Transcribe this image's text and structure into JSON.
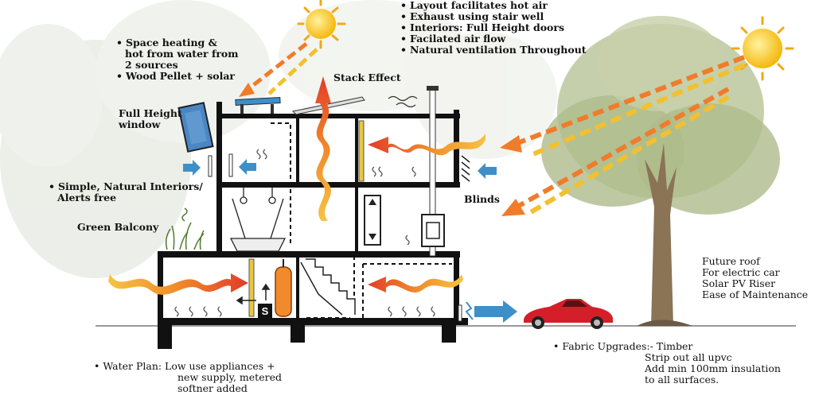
{
  "notes": {
    "ventilation": [
      "Layout facilitates hot air",
      "Exhaust using stair well",
      "Interiors: Full Height doors",
      "Facilated air flow",
      "Natural ventilation Throughout"
    ],
    "heating": [
      "Space heating &",
      "hot from water from",
      "2 sources"
    ],
    "heating_fuel": "Wood Pellet + solar",
    "full_height_window": [
      "Full Height",
      "window"
    ],
    "stack_effect": "Stack Effect",
    "interiors": [
      "Simple, Natural Interiors/",
      "Alerts free"
    ],
    "green_balcony": "Green Balcony",
    "blinds": "Blinds",
    "future_roof": [
      "Future roof",
      "For electric car",
      "Solar PV Riser",
      "Ease of Maintenance"
    ],
    "water_plan": [
      "Water Plan: Low use appliances +",
      "new supply, metered",
      "softner added"
    ],
    "fabric": [
      "Fabric Upgrades:- Timber",
      "Strip out all upvc",
      "Add min 100mm insulation",
      "to all surfaces."
    ],
    "store_label": "S"
  },
  "colors": {
    "sun": "#f7c21b",
    "sun_rays": "#f0a81a",
    "arrow_orange": "#f07c2a",
    "arrow_yellow": "#f2c030",
    "warm_red": "#e8462b",
    "cool_blue": "#3d8fc9",
    "wall": "#111111",
    "tree_leaves": "#b9c49a",
    "trunk": "#8b7355",
    "car": "#d41f2a"
  }
}
